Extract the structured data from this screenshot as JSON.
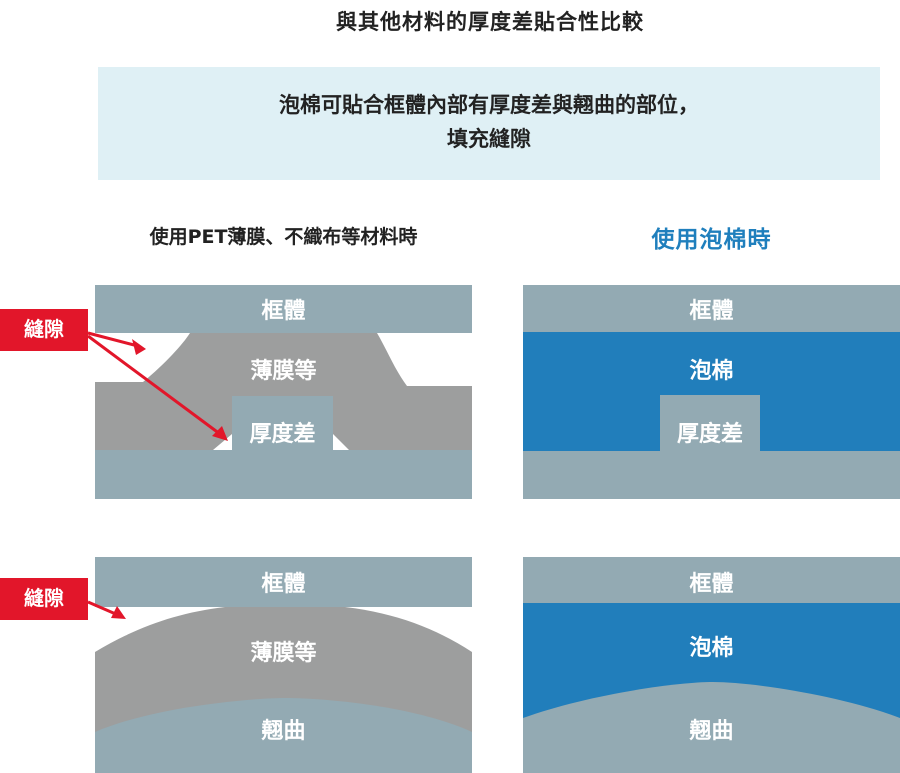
{
  "title": "與其他材料的厚度差貼合性比較",
  "lead": {
    "line1": "泡棉可貼合框體內部有厚度差與翹曲的部位，",
    "line2": "填充縫隙"
  },
  "columns": {
    "left": {
      "heading": "使用PET薄膜、不織布等材料時"
    },
    "right": {
      "heading": "使用泡棉時"
    }
  },
  "diagrams": {
    "thickness_left": {
      "frame": "框體",
      "material": "薄膜等",
      "step": "厚度差",
      "gap_label": "縫隙"
    },
    "thickness_right": {
      "frame": "框體",
      "material": "泡棉",
      "step": "厚度差"
    },
    "warp_left": {
      "frame": "框體",
      "material": "薄膜等",
      "warp": "翹曲",
      "gap_label": "縫隙"
    },
    "warp_right": {
      "frame": "框體",
      "material": "泡棉",
      "warp": "翹曲"
    }
  },
  "colors": {
    "frame": "#93aab3",
    "film": "#9d9e9e",
    "foam": "#217ebb",
    "gap_tag": "#e2162a",
    "lead_bg": "#dff0f5",
    "heading_blue": "#1f7fbd"
  }
}
